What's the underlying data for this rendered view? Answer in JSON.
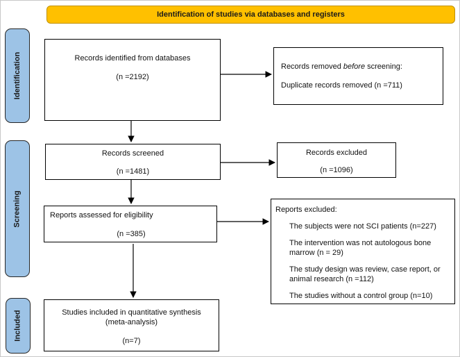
{
  "banner": {
    "title": "Identification of studies via databases and registers"
  },
  "stages": [
    {
      "label": "Identification"
    },
    {
      "label": "Screening"
    },
    {
      "label": "Included"
    }
  ],
  "boxes": {
    "records_identified": {
      "line1": "Records identified from databases",
      "n": "(n =2192)"
    },
    "records_removed": {
      "line1_prefix": "Records removed ",
      "line1_italic": "before",
      "line1_suffix": " screening:",
      "n": "Duplicate records removed (n =711)"
    },
    "records_screened": {
      "line1": "Records screened",
      "n": "(n =1481)"
    },
    "records_excluded": {
      "line1": "Records excluded",
      "n": "(n =1096)"
    },
    "reports_assessed": {
      "line1": "Reports assessed for eligibility",
      "n": "(n =385)"
    },
    "reports_excluded": {
      "title": "Reports excluded:",
      "reasons": [
        "The subjects were not SCI patients (n=227)",
        "The intervention was not autologous bone marrow (n = 29)",
        "The study design was review, case report, or animal research (n =112)",
        "The studies without a control group (n=10)"
      ]
    },
    "studies_included": {
      "line1": "Studies included in quantitative synthesis",
      "line2": "(meta-analysis)",
      "n": "(n=7)"
    }
  },
  "colors": {
    "banner_bg": "#FFC000",
    "banner_border": "#BF9000",
    "stage_bg": "#9DC3E6",
    "stage_border": "#262626",
    "box_border": "#000000",
    "box_bg": "#FFFFFF"
  }
}
